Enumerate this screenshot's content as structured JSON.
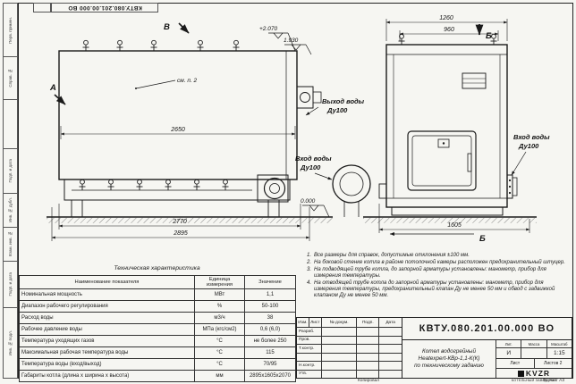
{
  "top_stamp": {
    "text": "КВТУ.080.201.00.000 ВО"
  },
  "left_margin": {
    "boxes": [
      {
        "label": "Перв. примен."
      },
      {
        "label": "Справ. №"
      },
      {
        "label": ""
      },
      {
        "label": "Подп. и дата"
      },
      {
        "label": "Инв. № дубл."
      },
      {
        "label": "Взам. инв. №"
      },
      {
        "label": "Подп. и дата"
      },
      {
        "label": "Инв. № подл."
      }
    ]
  },
  "drawing": {
    "view_markers": {
      "a": "А",
      "v": "В",
      "b_top": "Б",
      "b_bottom": "Б"
    },
    "callouts": {
      "see_note": "см. п. 2",
      "outlet_title": "Выход воды",
      "outlet_dn": "Ду100",
      "inlet_center_title": "Вход воды",
      "inlet_center_dn": "Ду100",
      "inlet_right_title": "Вход воды",
      "inlet_right_dn": "Ду100"
    },
    "dimensions": {
      "body_length": "2650",
      "frame_length": "2770",
      "overall_length": "2895",
      "front_width": "1260",
      "front_inner_width": "960",
      "overall_width": "1605"
    },
    "elevations": {
      "top": "+2.070",
      "mid": "1.930",
      "zero": "0.000"
    }
  },
  "tech_table": {
    "title": "Техническая характеристика",
    "headers": [
      "Наименование показателя",
      "Единица измерения",
      "Значение"
    ],
    "rows": [
      [
        "Номинальная мощность",
        "МВт",
        "1,1"
      ],
      [
        "Диапазон рабочего регулирования",
        "%",
        "50-100"
      ],
      [
        "Расход воды",
        "м3/ч",
        "38"
      ],
      [
        "Рабочее давление воды",
        "МПа (кгс/см2)",
        "0,6 (6,0)"
      ],
      [
        "Температура уходящих газов",
        "°С",
        "не более 250"
      ],
      [
        "Максимальная рабочая температура воды",
        "°С",
        "115"
      ],
      [
        "Температура воды (вход/выход)",
        "°С",
        "70/95"
      ],
      [
        "Габариты котла (длина х ширина х высота)",
        "мм",
        "2895х1605х2070"
      ]
    ]
  },
  "notes": {
    "items": [
      {
        "num": "1.",
        "text": "Все размеры для справок, допустимые отклонения ±100 мм."
      },
      {
        "num": "2.",
        "text": "На боковой стенке котла в районе потолочной камеры расположен предохранительный штуцер."
      },
      {
        "num": "3.",
        "text": "На подводящей трубе котла, до запорной арматуры установлены: манометр, прибор для измерения температуры."
      },
      {
        "num": "4.",
        "text": "На отводящей трубе котла до запорной арматуры установлены: манометр, прибор для измерения температуры, предохранительный клапан Ду не менее 50 мм и обвод с задвижкой клапаном Ду не менее 50 мм."
      }
    ]
  },
  "title_block": {
    "doc_number": "КВТУ.080.201.00.000 ВО",
    "product_line1": "Котел водогрейный",
    "product_line2": "Heatexpert-КВр-1,1-К(К)",
    "product_line3": "по техническому заданию",
    "cols": {
      "izm": "Изм.",
      "list": "Лист",
      "doc": "№ докум.",
      "podp": "Подп.",
      "data": "Дата"
    },
    "roles": {
      "r1": "Разраб.",
      "r2": "Пров.",
      "r3": "Т.контр.",
      "r4": "Н.контр.",
      "r5": "Утв."
    },
    "lit_label": "Лит.",
    "mass_label": "Масса",
    "scale_label": "Масштаб",
    "lit_value": "И",
    "scale_value": "1:15",
    "sheet_label": "Лист",
    "sheets_label": "Листов",
    "sheets_value": "2",
    "logo_text": "KVZR",
    "company_line1": "КОТЕЛЬНЫЙ",
    "company_line2": "ЗАВОД РЭП",
    "footer_copy": "Копировал",
    "footer_format": "Формат А3"
  }
}
